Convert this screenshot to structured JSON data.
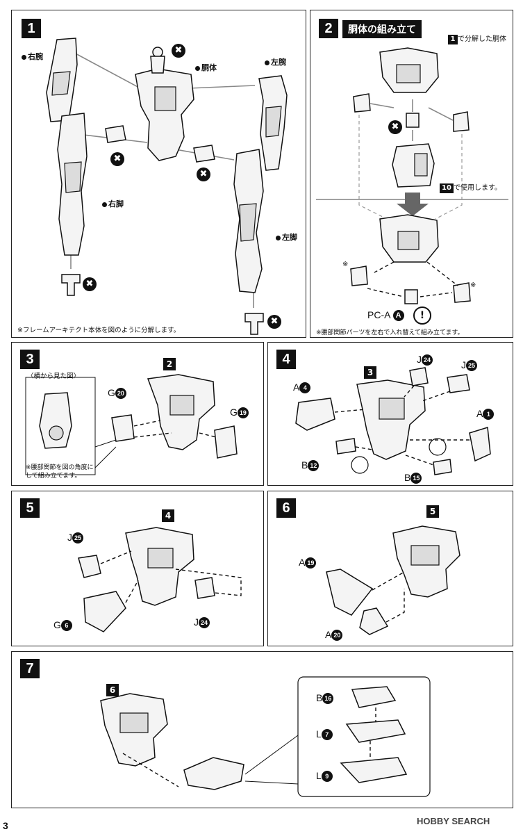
{
  "page_number": "3",
  "step1": {
    "num": "1",
    "labels": {
      "right_arm": "右腕",
      "torso": "胴体",
      "left_arm": "左腕",
      "right_leg": "右脚",
      "left_leg": "左脚"
    },
    "note": "※フレームアーキテクト本体を図のように分解します。"
  },
  "step2": {
    "num": "2",
    "title": "胴体の組み立て",
    "ref1_num": "1",
    "ref1_text": "で分解した胴体",
    "ref10_num": "10",
    "ref10_text": "で使用します。",
    "pca_label": "PC-A",
    "pca_circle": "A",
    "caution": "!",
    "asterisk": "※",
    "note": "※腰部関節パーツを左右で入れ替えて組み立てます。"
  },
  "step3": {
    "num": "3",
    "ref": "2",
    "side_view": "〈横から見た図〉",
    "note_line1": "※腰部関節を図の角度に",
    "note_line2": "して組み立てます。",
    "parts": [
      {
        "letter": "G",
        "n": "20"
      },
      {
        "letter": "G",
        "n": "19"
      }
    ]
  },
  "step4": {
    "num": "4",
    "ref": "3",
    "parts": [
      {
        "letter": "J",
        "n": "24"
      },
      {
        "letter": "J",
        "n": "25"
      },
      {
        "letter": "A",
        "n": "4"
      },
      {
        "letter": "A",
        "n": "1"
      },
      {
        "letter": "B",
        "n": "12"
      },
      {
        "letter": "B",
        "n": "15"
      }
    ]
  },
  "step5": {
    "num": "5",
    "ref": "4",
    "parts": [
      {
        "letter": "J",
        "n": "25"
      },
      {
        "letter": "G",
        "n": "6"
      },
      {
        "letter": "J",
        "n": "24"
      }
    ]
  },
  "step6": {
    "num": "6",
    "ref": "5",
    "parts": [
      {
        "letter": "A",
        "n": "19"
      },
      {
        "letter": "A",
        "n": "20"
      }
    ]
  },
  "step7": {
    "num": "7",
    "ref": "6",
    "parts": [
      {
        "letter": "B",
        "n": "16"
      },
      {
        "letter": "L",
        "n": "7"
      },
      {
        "letter": "L",
        "n": "9"
      }
    ]
  },
  "icons": {
    "x": "✖"
  },
  "watermark": "HOBBY SEARCH"
}
